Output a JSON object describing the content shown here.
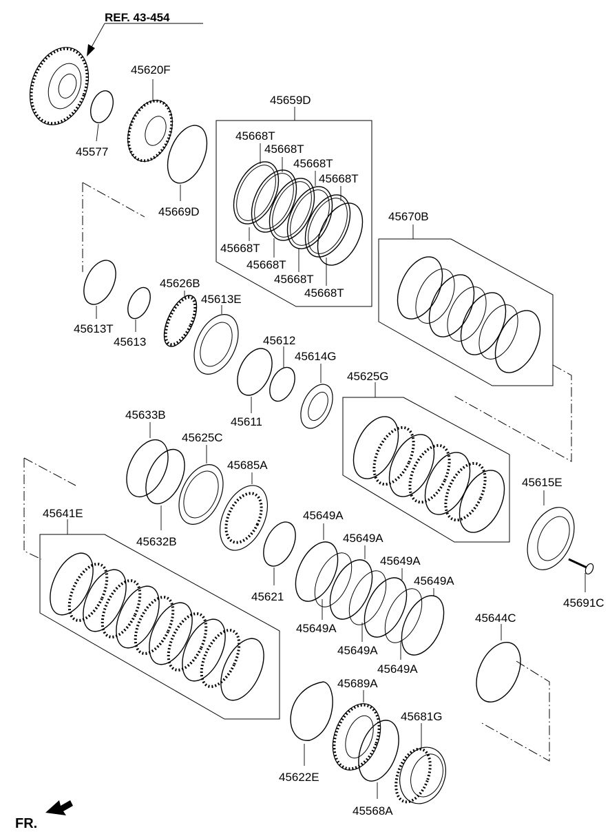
{
  "diagram": {
    "ref_label": "REF. 43-454",
    "fr_label": "FR.",
    "part_labels": {
      "p45620F": "45620F",
      "p45577": "45577",
      "p45659D": "45659D",
      "p45669D": "45669D",
      "p45668T_a": "45668T",
      "p45668T_b": "45668T",
      "p45668T_c": "45668T",
      "p45668T_d": "45668T",
      "p45668T_e": "45668T",
      "p45668T_f": "45668T",
      "p45668T_g": "45668T",
      "p45668T_h": "45668T",
      "p45670B": "45670B",
      "p45626B": "45626B",
      "p45613E": "45613E",
      "p45613T": "45613T",
      "p45613": "45613",
      "p45612": "45612",
      "p45614G": "45614G",
      "p45611": "45611",
      "p45625G": "45625G",
      "p45633B": "45633B",
      "p45625C": "45625C",
      "p45685A": "45685A",
      "p45632B": "45632B",
      "p45615E": "45615E",
      "p45641E": "45641E",
      "p45649A_a": "45649A",
      "p45649A_b": "45649A",
      "p45649A_c": "45649A",
      "p45649A_d": "45649A",
      "p45649A_e": "45649A",
      "p45649A_f": "45649A",
      "p45649A_g": "45649A",
      "p45621": "45621",
      "p45691C": "45691C",
      "p45644C": "45644C",
      "p45689A": "45689A",
      "p45681G": "45681G",
      "p45622E": "45622E",
      "p45568A": "45568A"
    }
  }
}
